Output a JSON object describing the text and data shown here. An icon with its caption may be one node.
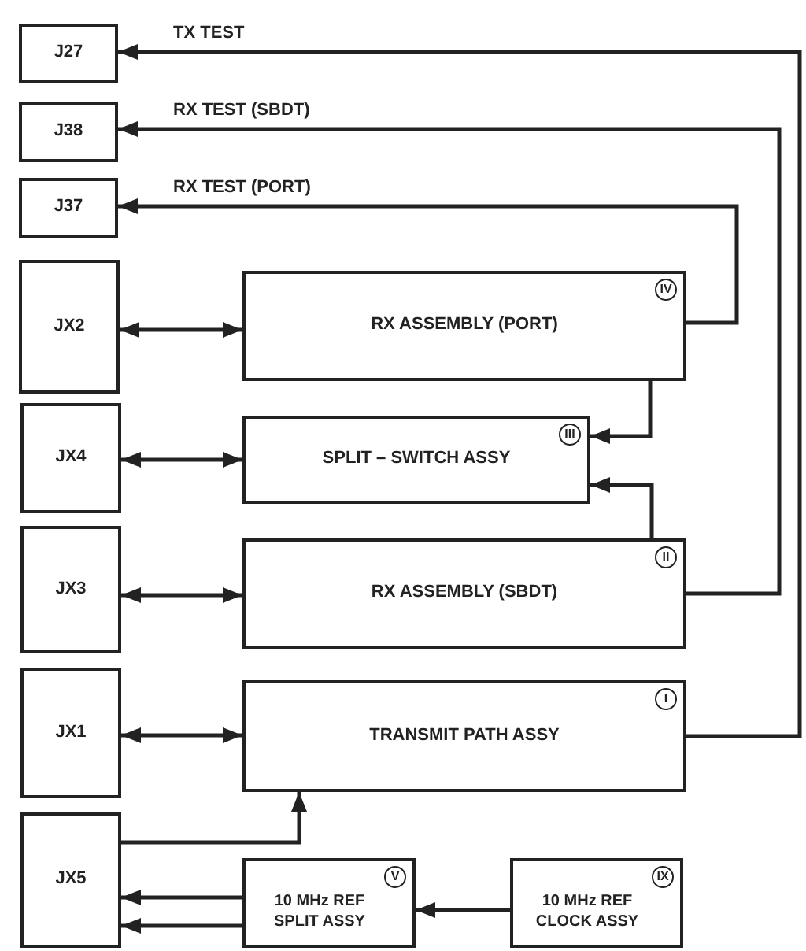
{
  "diagram": {
    "nodes": [
      {
        "text": [
          "J27"
        ]
      },
      {
        "text": [
          "J38"
        ]
      },
      {
        "text": [
          "J37"
        ]
      },
      {
        "text": [
          "JX2"
        ]
      },
      {
        "text": [
          "JX4"
        ]
      },
      {
        "text": [
          "JX3"
        ]
      },
      {
        "text": [
          "JX1"
        ]
      },
      {
        "text": [
          "JX5"
        ]
      },
      {
        "text": [
          "RX ASSEMBLY (PORT)",
          "IV"
        ]
      },
      {
        "text": [
          "SPLIT – SWITCH ASSY",
          "III"
        ]
      },
      {
        "text": [
          "RX ASSEMBLY (SBDT)",
          "II"
        ]
      },
      {
        "text": [
          "TRANSMIT  PATH ASSY",
          "I"
        ]
      },
      {
        "text": [
          "10 MHz  REF SPLIT  ASSY",
          "V"
        ]
      },
      {
        "text": [
          "10 MHz  REF CLOCK ASSY",
          "IX"
        ]
      }
    ],
    "edges": [
      {
        "from": 11,
        "to": 0,
        "arrow": "to",
        "label": "TX TEST"
      },
      {
        "from": 10,
        "to": 1,
        "arrow": "to",
        "label": "RX TEST (SBDT)"
      },
      {
        "from": 8,
        "to": 2,
        "arrow": "to",
        "label": "RX TEST (PORT)"
      },
      {
        "from": 3,
        "to": 8,
        "arrow": "both"
      },
      {
        "from": 4,
        "to": 9,
        "arrow": "both"
      },
      {
        "from": 5,
        "to": 10,
        "arrow": "both"
      },
      {
        "from": 6,
        "to": 11,
        "arrow": "both"
      },
      {
        "from": 8,
        "to": 9,
        "arrow": "to"
      },
      {
        "from": 10,
        "to": 9,
        "arrow": "to"
      },
      {
        "from": 7,
        "to": 11,
        "arrow": "to"
      },
      {
        "from": 12,
        "to": 7,
        "arrow": "to"
      },
      {
        "from": 12,
        "to": 7,
        "arrow": "to"
      },
      {
        "from": 13,
        "to": 12,
        "arrow": "to"
      }
    ]
  }
}
